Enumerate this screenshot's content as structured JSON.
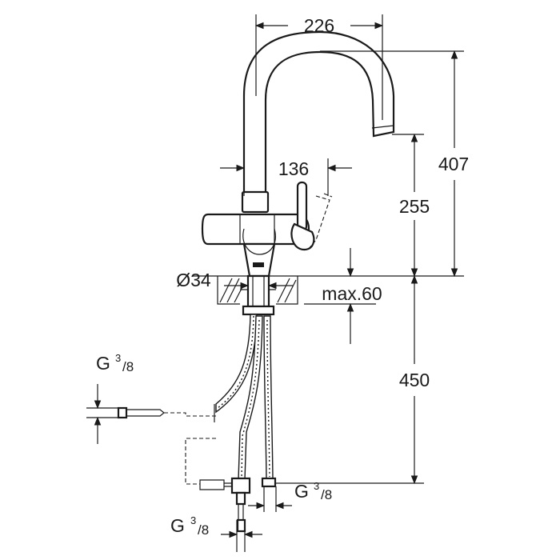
{
  "dimensions": {
    "spout_reach": "226",
    "total_height": "407",
    "spout_height": "255",
    "lever_offset": "136",
    "hole_diameter": "Ø34",
    "deck_thickness": "max.60",
    "hose_length": "450",
    "thread_left_prefix": "G",
    "thread_left_fraction_top": "3",
    "thread_left_fraction_bottom": "/8",
    "thread_right_prefix": "G",
    "thread_right_fraction_top": "3",
    "thread_right_fraction_bottom": "/8",
    "thread_bottom_prefix": "G",
    "thread_bottom_fraction_top": "3",
    "thread_bottom_fraction_bottom": "/8"
  }
}
